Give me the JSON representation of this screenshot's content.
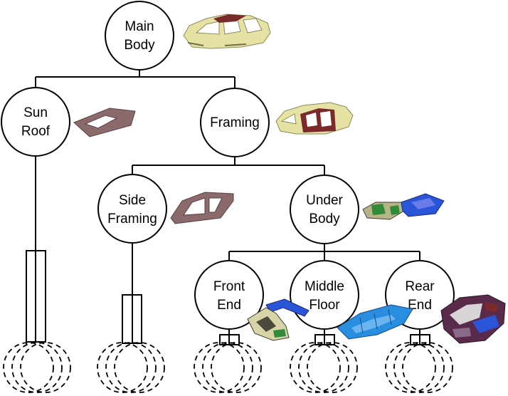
{
  "nodes": {
    "main_body": [
      "Main",
      "Body"
    ],
    "sun_roof": [
      "Sun",
      "Roof"
    ],
    "framing": [
      "Framing"
    ],
    "side_framing": [
      "Side",
      "Framing"
    ],
    "under_body": [
      "Under",
      "Body"
    ],
    "front_end": [
      "Front",
      "End"
    ],
    "middle_floor": [
      "Middle",
      "Floor"
    ],
    "rear_end": [
      "Rear",
      "End"
    ]
  },
  "images": {
    "main_body": "body-in-white-image",
    "sun_roof": "roof-panel-image",
    "framing": "framing-assembly-image",
    "side_framing": "side-frame-image",
    "under_body": "underbody-image",
    "front_end": "front-end-image",
    "middle_floor": "middle-floor-image",
    "rear_end": "rear-end-image"
  },
  "colors": {
    "line": "#000000",
    "body_beige": "#e6e2a4",
    "maroon": "#7a2a2a",
    "roof_mauve": "#8a6a6a",
    "part_blue": "#2a55d8",
    "floor_blue": "#2a8ee0",
    "part_green": "#2f8a3a"
  }
}
